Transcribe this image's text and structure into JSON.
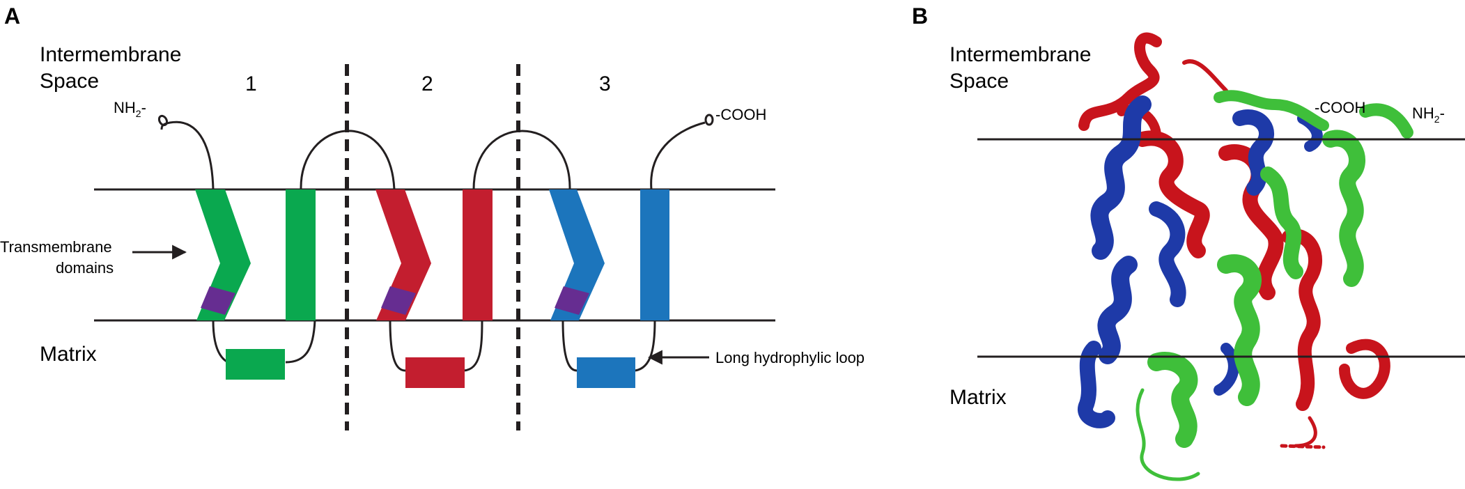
{
  "panel_a": {
    "letter": "A",
    "ims_line1": "Intermembrane",
    "ims_line2": "Space",
    "matrix": "Matrix",
    "repeat_1": "1",
    "repeat_2": "2",
    "repeat_3": "3",
    "nh2": "NH",
    "nh2_sub": "2",
    "nh2_dash": "-",
    "cooh": "-COOH",
    "tm_label_line1": "Transmembrane",
    "tm_label_line2": "domains",
    "loop_label": "Long hydrophylic loop"
  },
  "panel_b": {
    "letter": "B",
    "ims_line1": "Intermembrane",
    "ims_line2": "Space",
    "matrix": "Matrix",
    "cooh": "-COOH",
    "nh2": "NH",
    "nh2_sub": "2",
    "nh2_dash": "-"
  },
  "colors": {
    "green": "#0aa84f",
    "red": "#c31e2f",
    "blue": "#1c75bc",
    "purple": "#662d91",
    "membrane": "#231f20",
    "helix_green": "#3fbf3a",
    "helix_red": "#c8141c",
    "helix_blue": "#1e3aa8"
  }
}
